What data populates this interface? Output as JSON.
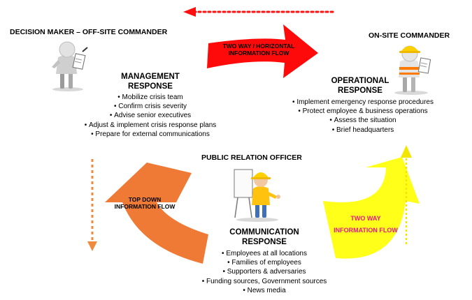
{
  "off_site": {
    "title": "DECISION MAKER – OFF-SITE COMMANDER",
    "heading_1": "MANAGEMENT",
    "heading_2": "RESPONSE",
    "items": [
      "Mobilize crisis team",
      "Confirm crisis severity",
      "Advise senior executives",
      "Adjust & implement crisis response plans",
      "Prepare for external communications"
    ]
  },
  "on_site": {
    "title": "ON-SITE  COMMANDER",
    "heading_1": "OPERATIONAL",
    "heading_2": "RESPONSE",
    "items": [
      "Implement emergency response procedures",
      "Protect employee & business operations",
      "Assess the situation",
      "Brief headquarters"
    ]
  },
  "pr": {
    "title": "PUBLIC RELATION OFFICER",
    "heading_1": "COMMUNICATION",
    "heading_2": "RESPONSE",
    "items": [
      "Employees at all locations",
      "Families of employees",
      "Supporters & adversaries",
      "Funding sources, Government sources",
      "News media"
    ]
  },
  "flows": {
    "horizontal_1": "TWO WAY / HORIZONTAL",
    "horizontal_2": "INFORMATION FLOW",
    "topdown_1": "TOP DOWN",
    "topdown_2": "INFORMATION FLOW",
    "twoway_1": "TWO WAY",
    "twoway_2": "INFORMATION FLOW"
  },
  "colors": {
    "red_arrow": "#ff0a0a",
    "orange_arrow": "#ee7a35",
    "yellow_arrow": "#ffff1a",
    "pink_label": "#e8188c"
  }
}
